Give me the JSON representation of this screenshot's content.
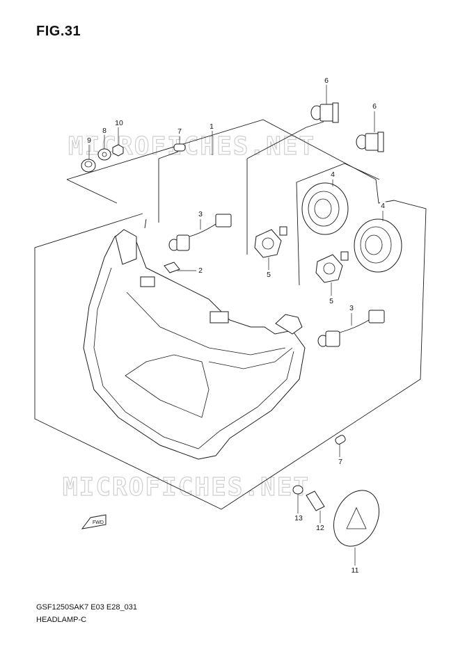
{
  "figure": {
    "title": "FIG.31"
  },
  "watermark": {
    "text": "MICROFICHES.NET"
  },
  "callouts": [
    {
      "id": "c1",
      "number": "1"
    },
    {
      "id": "c2",
      "number": "2"
    },
    {
      "id": "c3a",
      "number": "3"
    },
    {
      "id": "c3b",
      "number": "3"
    },
    {
      "id": "c4a",
      "number": "4"
    },
    {
      "id": "c4b",
      "number": "4"
    },
    {
      "id": "c5a",
      "number": "5"
    },
    {
      "id": "c5b",
      "number": "5"
    },
    {
      "id": "c6a",
      "number": "6"
    },
    {
      "id": "c6b",
      "number": "6"
    },
    {
      "id": "c7a",
      "number": "7"
    },
    {
      "id": "c7b",
      "number": "7"
    },
    {
      "id": "c8",
      "number": "8"
    },
    {
      "id": "c9",
      "number": "9"
    },
    {
      "id": "c10",
      "number": "10"
    },
    {
      "id": "c11",
      "number": "11"
    },
    {
      "id": "c12",
      "number": "12"
    },
    {
      "id": "c13",
      "number": "13"
    }
  ],
  "fwd_arrow": {
    "label": "FWD"
  },
  "footer": {
    "code": "GSF1250SAK7 E03 E28_031",
    "name": "HEADLAMP-C"
  }
}
